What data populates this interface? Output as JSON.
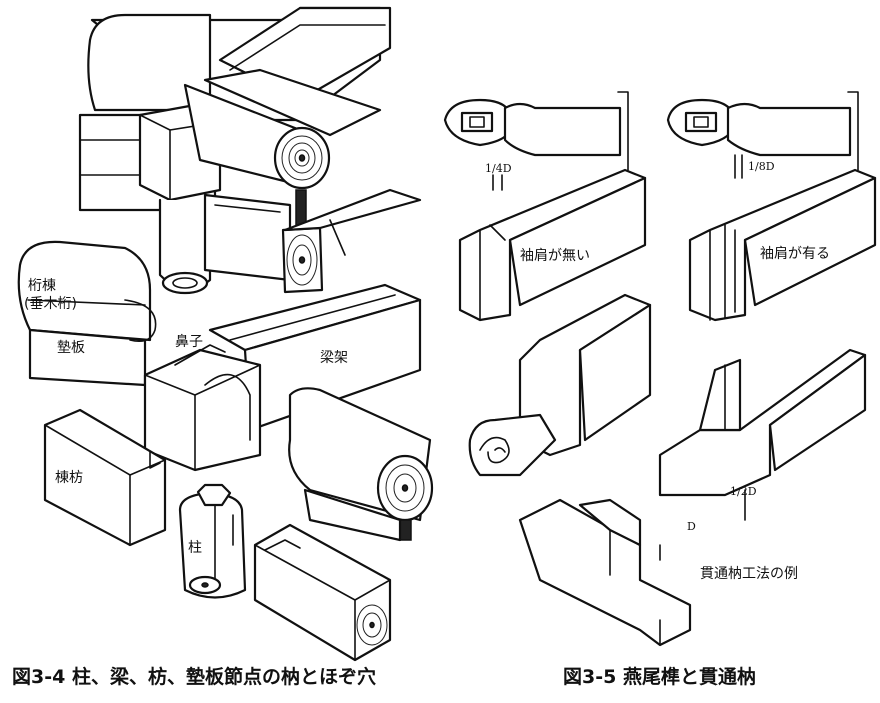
{
  "figure4": {
    "caption": "図3-4 柱、梁、枋、墊板節点の枘とほぞ穴",
    "labels": {
      "purlin": "桁棟",
      "purlin_sub": "(垂木桁)",
      "pad": "墊板",
      "nose": "鼻子",
      "beam": "梁架",
      "tie": "棟枋",
      "column": "柱"
    }
  },
  "figure5": {
    "caption": "図3-5 燕尾榫と貫通枘",
    "labels": {
      "no_shoulder": "袖肩が無い",
      "with_shoulder": "袖肩が有る",
      "through_method": "貫通枘工法の例"
    },
    "dims": {
      "quarter": "1/4D",
      "eighth": "1/8D",
      "half": "1/2D",
      "d": "D"
    }
  }
}
